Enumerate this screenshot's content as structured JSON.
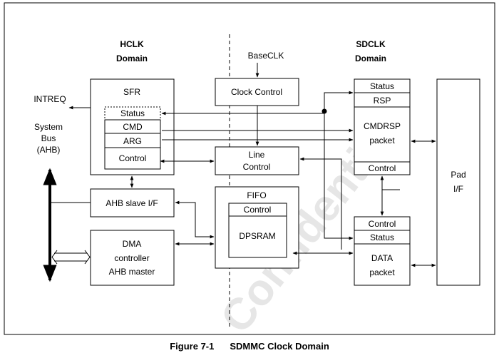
{
  "domains": {
    "hclk_title": "HCLK",
    "hclk_sub": "Domain",
    "sdclk_title": "SDCLK",
    "sdclk_sub": "Domain"
  },
  "signals": {
    "baseclk": "BaseCLK",
    "intreq": "INTREQ",
    "system_bus": [
      "System",
      "Bus",
      "(AHB)"
    ]
  },
  "blocks": {
    "sfr": {
      "title": "SFR",
      "rows": [
        "Status",
        "CMD",
        "ARG",
        "Control"
      ]
    },
    "clock_control": "Clock Control",
    "line_control": [
      "Line",
      "Control"
    ],
    "ahb_slave": "AHB slave I/F",
    "dma": [
      "DMA",
      "controller",
      "AHB master"
    ],
    "fifo": {
      "title": "FIFO",
      "control": "Control",
      "sram": "DPSRAM"
    },
    "cmdrsp": {
      "status": "Status",
      "rsp": "RSP",
      "packet": [
        "CMDRSP",
        "packet"
      ],
      "control": "Control"
    },
    "data": {
      "control": "Control",
      "status": "Status",
      "packet": [
        "DATA",
        "packet"
      ]
    },
    "pad": [
      "Pad",
      "I/F"
    ]
  },
  "watermark": "Confidential",
  "caption": {
    "number": "Figure 7-1",
    "title": "SDMMC Clock Domain"
  }
}
